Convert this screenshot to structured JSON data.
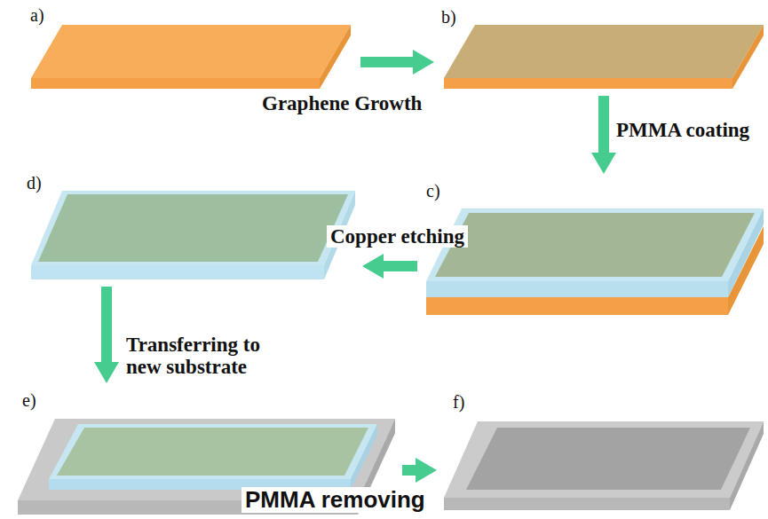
{
  "diagram": {
    "nodes": [
      {
        "text": [
          "a)"
        ]
      },
      {
        "text": [
          "b)"
        ]
      },
      {
        "text": [
          "c)"
        ]
      },
      {
        "text": [
          "d)"
        ]
      },
      {
        "text": [
          "e)"
        ]
      },
      {
        "text": [
          "f)"
        ]
      }
    ],
    "edges": [
      {
        "from": 0,
        "to": 1,
        "label": "Graphene Growth",
        "arrow": "to"
      },
      {
        "from": 1,
        "to": 2,
        "label": "PMMA coating",
        "arrow": "to"
      },
      {
        "from": 2,
        "to": 3,
        "label": "Copper etching",
        "arrow": "to"
      },
      {
        "from": 3,
        "to": 4,
        "label": "Transferring to new substrate",
        "arrow": "to"
      },
      {
        "from": 4,
        "to": 5,
        "label": "PMMA removing",
        "arrow": "to"
      }
    ]
  }
}
